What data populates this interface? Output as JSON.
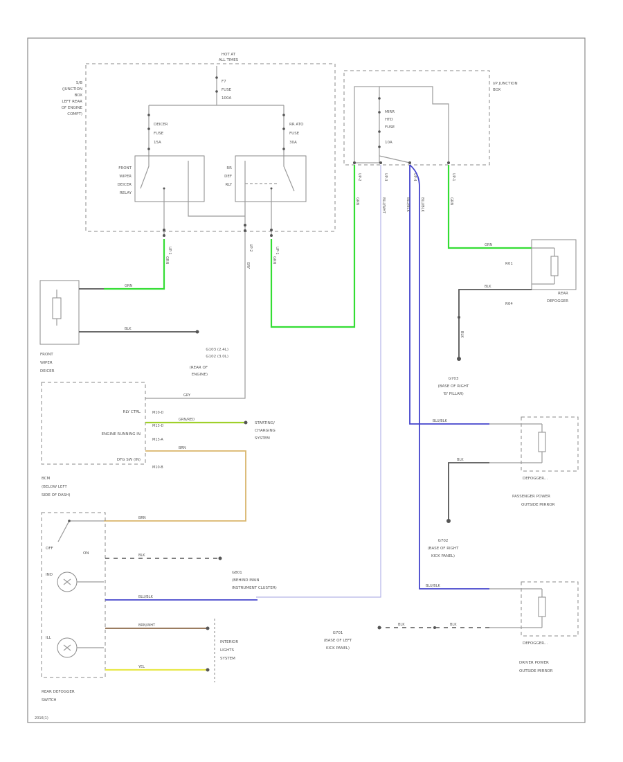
{
  "junction_box": {
    "hot_at": "HOT AT",
    "hot_at_2": "ALL TIMES",
    "label": [
      "S/B",
      "(JUNCTION",
      "BOX",
      "LEFT REAR",
      "OF ENGINE",
      "COMPT)"
    ],
    "fuse_main": [
      "F7",
      "FUSE",
      "100A"
    ],
    "fuse_left": [
      "DEICER",
      "FUSE",
      "15A"
    ],
    "fuse_right": [
      "RR ATO",
      "FUSE",
      "30A"
    ],
    "relay_left": [
      "FRONT",
      "WIPER",
      "DEICER",
      "RELAY"
    ],
    "relay_right": [
      "RR",
      "DEF",
      "RLY"
    ]
  },
  "ip_junction_box": {
    "label": [
      "I/P JUNCTION",
      "BOX"
    ],
    "fuse": [
      "MIRR",
      "HTD",
      "FUSE",
      "10A"
    ]
  },
  "connectors": {
    "c1": "UP-1",
    "c2": "UP-2",
    "c3": "UP-3",
    "c4": "UP-1",
    "c5": "UP-4",
    "ca": "UP-2"
  },
  "wires": {
    "grn": "GRN",
    "blk": "BLK",
    "gry": "GRY",
    "grn_red": "GRN/RED",
    "brn": "BRN",
    "blu_blk": "BLU/BLK",
    "blu_wht": "BLU/WHT",
    "yel": "YEL",
    "gry2": "GRY",
    "brn_wht": "BRN/WHT",
    "grn2": "GRN"
  },
  "front_wiper_deicer": [
    "FRONT",
    "WIPER",
    "DEICER"
  ],
  "ground_g103": [
    "G103 (2.4L)",
    "G102 (3.0L)",
    "(REAR OF",
    "ENGINE)"
  ],
  "rear_defogger": [
    "REAR",
    "DEFOGGER"
  ],
  "rear_pins": {
    "p1": "R01",
    "p2": "R04"
  },
  "g_right_b": [
    "G703",
    "(BASE OF RIGHT",
    "'B' PILLAR)"
  ],
  "bcm": {
    "rly_ctrl": "RLY CTRL",
    "engine_running": "ENGINE RUNNING IN",
    "defog_sw": "DFG SW (IN)",
    "pins": [
      "M10-D",
      "M13-D",
      "M13-A",
      "M10-B"
    ],
    "label": [
      "BCM",
      "(BELOW LEFT",
      "SIDE OF DASH)"
    ]
  },
  "starting_charging": [
    "STARTING/",
    "CHARGING",
    "SYSTEM"
  ],
  "passenger_mirror": {
    "name": "DEFOGGER...",
    "label": [
      "PASSENGER POWER",
      "OUTSIDE MIRROR"
    ]
  },
  "g_right_kick": [
    "G702",
    "(BASE OF RIGHT",
    "KICK PANEL)"
  ],
  "switch": {
    "off": "OFF",
    "on": "ON",
    "ind": "IND",
    "ill": "ILL",
    "label": [
      "REAR DEFOGGER",
      "SWITCH"
    ]
  },
  "g_instrument": [
    "G801",
    "(BEHIND MAIN",
    "INSTRUMENT CLUSTER)"
  ],
  "interior_lights": [
    "INTERIOR",
    "LIGHTS",
    "SYSTEM"
  ],
  "g_left_kick": [
    "G701",
    "(BASE OF LEFT",
    "KICK PANEL)"
  ],
  "driver_mirror": {
    "name": "DEFOGGER...",
    "label": [
      "DRIVER POWER",
      "OUTSIDE MIRROR"
    ]
  },
  "footer": "2016(1)"
}
